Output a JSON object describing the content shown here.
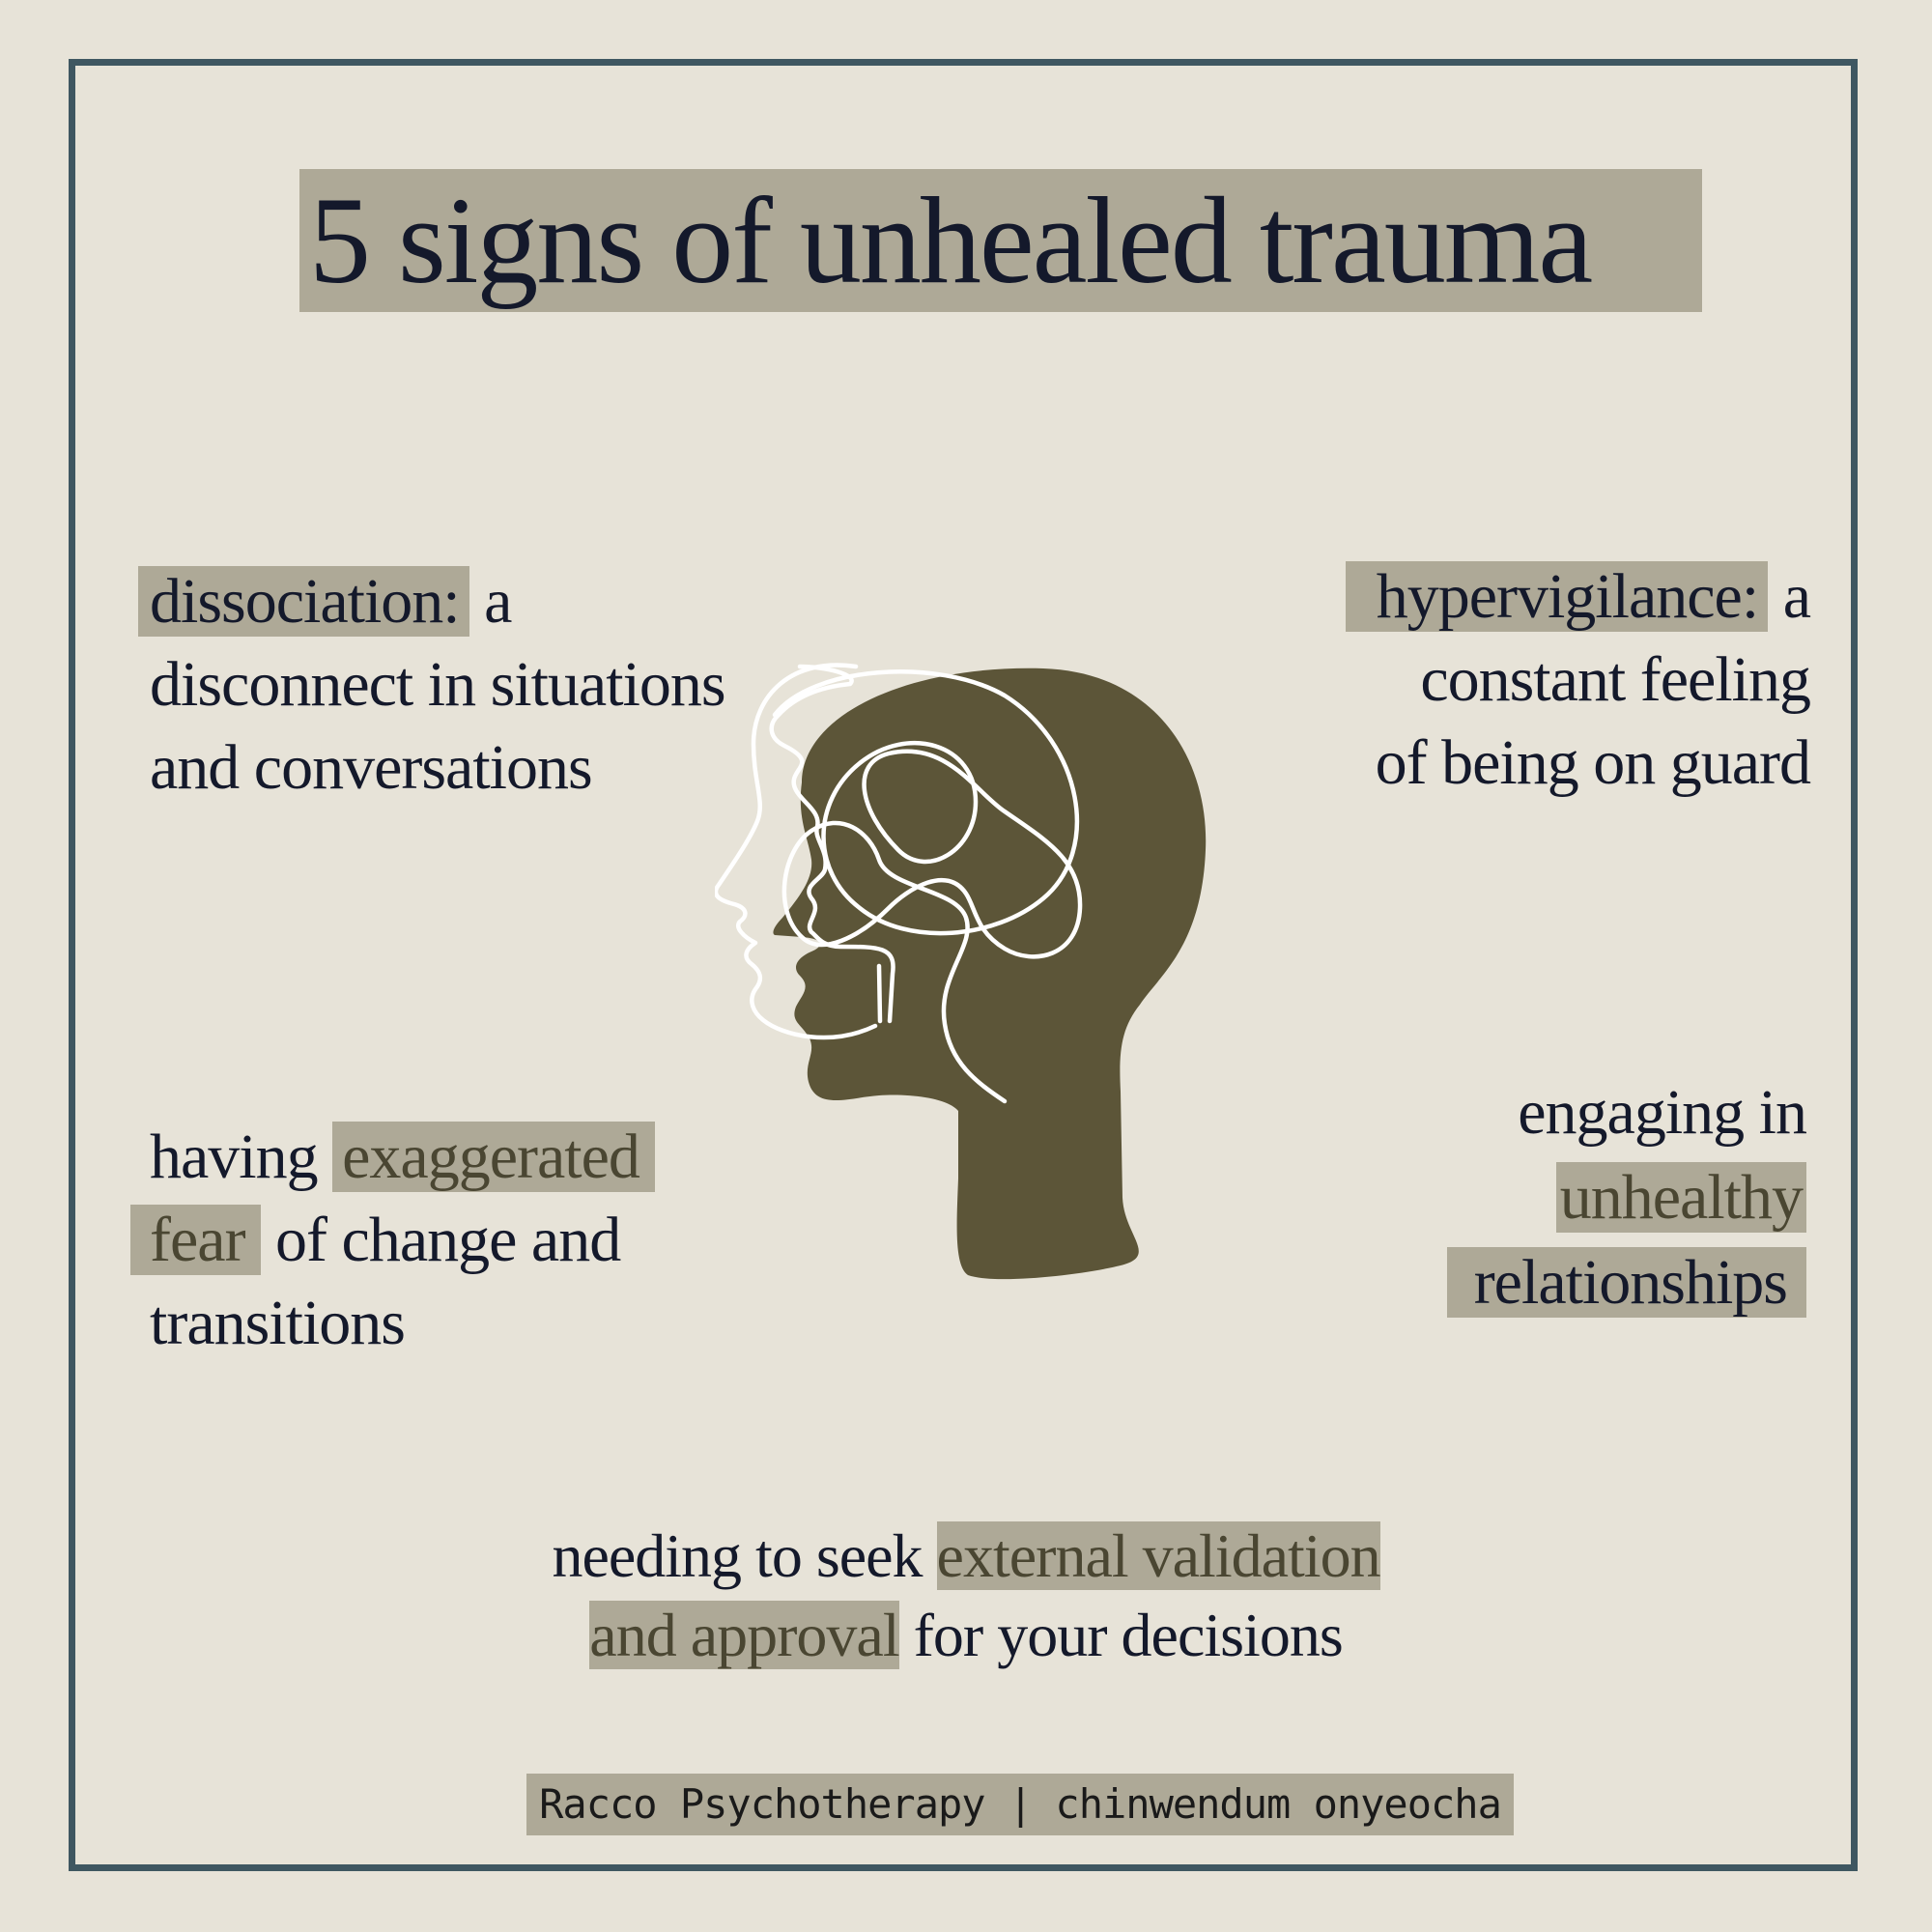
{
  "title": "5 signs of unhealed trauma",
  "signs": {
    "dissociation": {
      "term": "dissociation:",
      "line1_rest": " a",
      "line2": "disconnect in situations",
      "line3": "and conversations"
    },
    "hypervigilance": {
      "term": "hypervigilance:",
      "line1_rest": " a",
      "line2": "constant feeling",
      "line3": "of being on guard"
    },
    "fear": {
      "lead": "having ",
      "highlight1": "exaggerated",
      "highlight2": "fear",
      "rest2": " of change and",
      "line3": "transitions"
    },
    "relationships": {
      "line1": "engaging in",
      "highlight1": "unhealthy",
      "highlight2": "relationships"
    },
    "validation": {
      "lead": "needing to seek ",
      "highlight1": "external validation",
      "highlight2": "and approval",
      "rest2": " for your decisions"
    }
  },
  "footer": "Racco Psychotherapy | chinwendum onyeocha",
  "colors": {
    "background": "#e7e3d8",
    "frame": "#3f5761",
    "highlight": "#aea997",
    "head": "#5c5538",
    "text": "#14192b"
  },
  "icons": [
    "head-silhouette-icon",
    "tangled-thought-line-icon"
  ]
}
